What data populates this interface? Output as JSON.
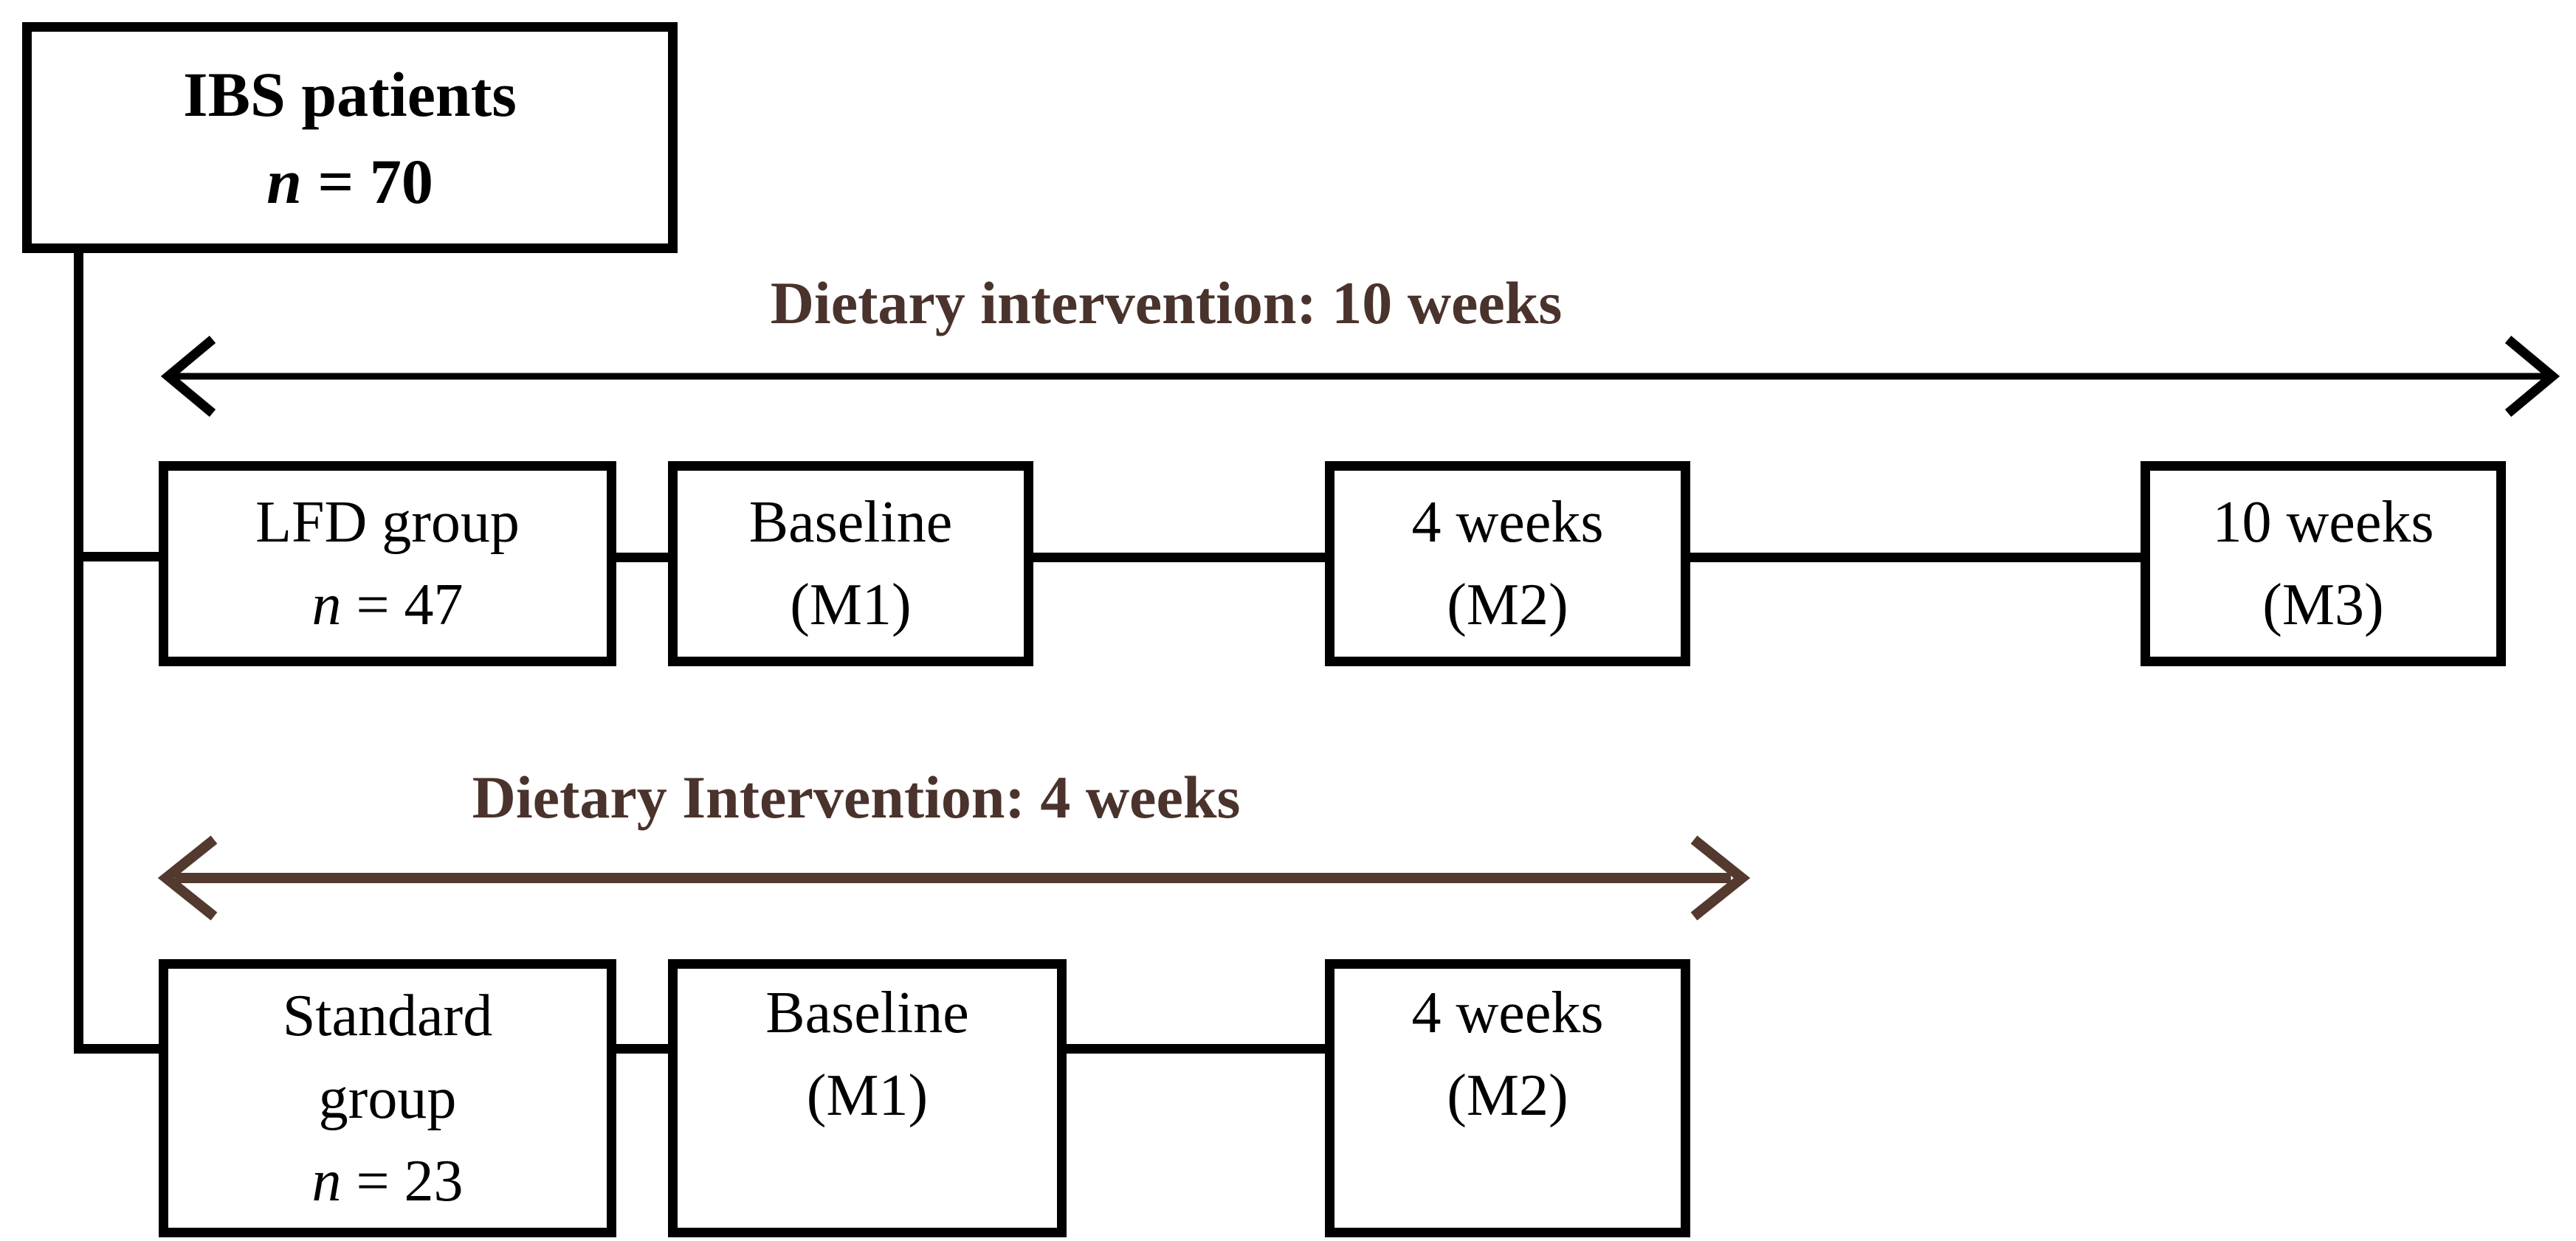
{
  "diagram": {
    "root_box": {
      "line1": "IBS patients",
      "n_symbol": "n",
      "n_value": " = 70"
    },
    "timeline_top": {
      "label": "Dietary intervention: 10 weeks"
    },
    "timeline_bottom": {
      "label": "Dietary Intervention: 4 weeks"
    },
    "row_lfd": {
      "group_box": {
        "line1": "LFD group",
        "n_symbol": "n",
        "n_value": " = 47"
      },
      "milestones": [
        {
          "line1": "Baseline",
          "line2": "(M1)"
        },
        {
          "line1": "4 weeks",
          "line2": "(M2)"
        },
        {
          "line1": "10 weeks",
          "line2": "(M3)"
        }
      ]
    },
    "row_standard": {
      "group_box": {
        "line1": "Standard",
        "line2": "group",
        "n_symbol": "n",
        "n_value": " = 23"
      },
      "milestones": [
        {
          "line1": "Baseline",
          "line2": "(M1)"
        },
        {
          "line1": "4 weeks",
          "line2": "(M2)"
        }
      ]
    },
    "colors": {
      "label_brown": "#4a332c",
      "arrow_brown": "#54392e",
      "line_black": "#000000"
    }
  }
}
